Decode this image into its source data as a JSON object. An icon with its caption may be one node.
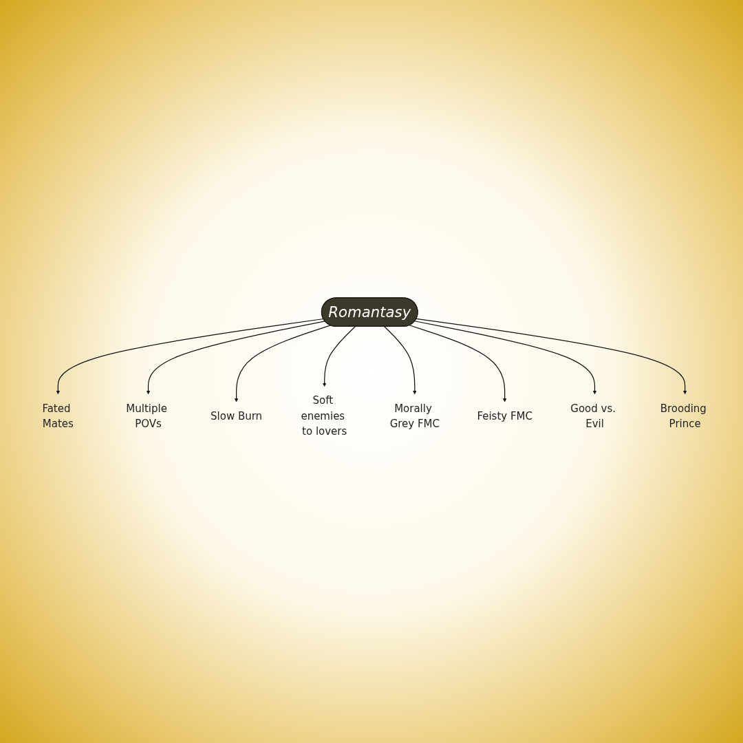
{
  "diagram": {
    "nodes": [
      {
        "text": [
          "Romantasy"
        ]
      },
      {
        "text": [
          "Fated Mates"
        ]
      },
      {
        "text": [
          "Multiple POVs"
        ]
      },
      {
        "text": [
          "Slow Burn"
        ]
      },
      {
        "text": [
          "Soft enemies to lovers"
        ]
      },
      {
        "text": [
          "Morally Grey FMC"
        ]
      },
      {
        "text": [
          "Feisty FMC"
        ]
      },
      {
        "text": [
          "Good vs. Evil"
        ]
      },
      {
        "text": [
          "Brooding Prince"
        ]
      }
    ],
    "edges": [
      {
        "from": 0,
        "to": 1,
        "arrow": "to"
      },
      {
        "from": 0,
        "to": 2,
        "arrow": "to"
      },
      {
        "from": 0,
        "to": 3,
        "arrow": "to"
      },
      {
        "from": 0,
        "to": 4,
        "arrow": "to"
      },
      {
        "from": 0,
        "to": 5,
        "arrow": "to"
      },
      {
        "from": 0,
        "to": 6,
        "arrow": "to"
      },
      {
        "from": 0,
        "to": 7,
        "arrow": "to"
      },
      {
        "from": 0,
        "to": 8,
        "arrow": "to"
      }
    ]
  }
}
